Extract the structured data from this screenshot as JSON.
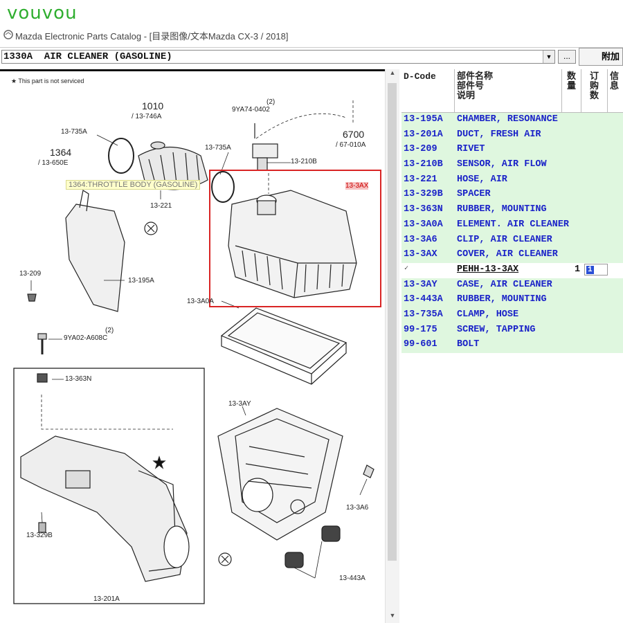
{
  "watermark": "vouvou",
  "window": {
    "title": "Mazda Electronic Parts Catalog - [目录图像/文本Mazda CX-3 / 2018]"
  },
  "toolbar": {
    "group_value": "1330A  AIR CLEANER (GASOLINE)",
    "more_button": "...",
    "attach_button": "附加"
  },
  "diagram": {
    "note": "★ This part is not serviced",
    "tooltip": "1364:THROTTLE BODY (GASOLINE)",
    "highlight_label": "13-3AX",
    "callouts": {
      "c1010": "1010",
      "c1010_sub": "/ 13-746A",
      "c1364": "1364",
      "c1364_sub": "/ 13-650E",
      "c6700": "6700",
      "c6700_sub": "/ 67-010A",
      "c13735a_1": "13-735A",
      "c13735a_2": "13-735A",
      "c9ya74": "9YA74-0402",
      "c9ya74_n": "(2)",
      "c13210b": "13-210B",
      "c13221": "13-221",
      "c13209": "13-209",
      "c13195a": "13-195A",
      "c133a0a": "13-3A0A",
      "c9ya02": "9YA02-A608C",
      "c9ya02_n": "(2)",
      "c13363n": "13-363N",
      "c133ay": "13-3AY",
      "c133a6": "13-3A6",
      "c13329b": "13-329B",
      "c13443a": "13-443A",
      "c13201a": "13-201A"
    }
  },
  "parts_table": {
    "headers": {
      "dcode": "D-Code",
      "name": "部件名称\n部件号\n说明",
      "qty": "数\n量",
      "order": "订\n购\n数",
      "info": "信\n息"
    },
    "rows": [
      {
        "code": "13-195A",
        "desc": "CHAMBER, RESONANCE"
      },
      {
        "code": "13-201A",
        "desc": "DUCT, FRESH AIR"
      },
      {
        "code": "13-209",
        "desc": "RIVET"
      },
      {
        "code": "13-210B",
        "desc": "SENSOR, AIR FLOW"
      },
      {
        "code": "13-221",
        "desc": "HOSE, AIR"
      },
      {
        "code": "13-329B",
        "desc": "SPACER"
      },
      {
        "code": "13-363N",
        "desc": "RUBBER, MOUNTING"
      },
      {
        "code": "13-3A0A",
        "desc": "ELEMENT. AIR CLEANER"
      },
      {
        "code": "13-3A6",
        "desc": "CLIP, AIR CLEANER"
      },
      {
        "code": "13-3AX",
        "desc": "COVER, AIR CLEANER"
      }
    ],
    "selected": {
      "check": "✓",
      "part_no": "PEHH-13-3AX",
      "qty": "1",
      "order_qty": "1"
    },
    "rows_after": [
      {
        "code": "13-3AY",
        "desc": "CASE, AIR CLEANER"
      },
      {
        "code": "13-443A",
        "desc": "RUBBER, MOUNTING"
      },
      {
        "code": "13-735A",
        "desc": "CLAMP, HOSE"
      },
      {
        "code": "99-175",
        "desc": "SCREW, TAPPING"
      },
      {
        "code": "99-601",
        "desc": "BOLT"
      }
    ]
  }
}
